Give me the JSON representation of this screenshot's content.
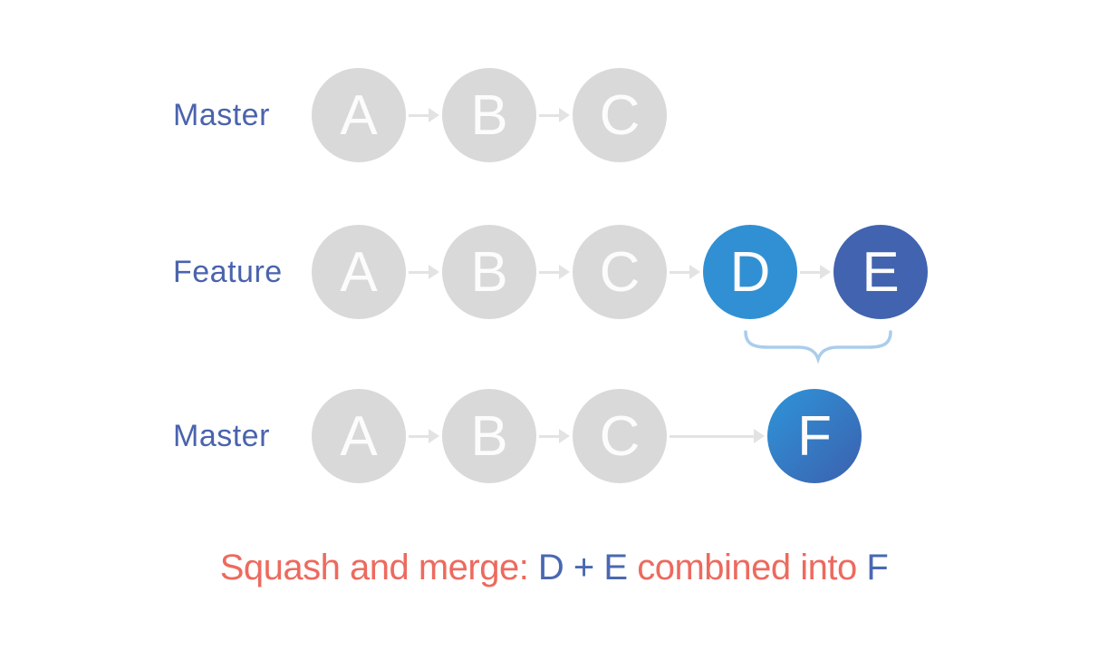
{
  "colors": {
    "background": "#ffffff",
    "label_blue": "#4a63ad",
    "gray_circle": "#d9d9d9",
    "circle_letter": "#fcfcfc",
    "arrow_gray": "#e3e3e3",
    "commit_d_blue": "#3190d3",
    "commit_e_blue": "#4263af",
    "commit_f_gradient_start": "#2e95d9",
    "commit_f_gradient_end": "#3c60ae",
    "brace_blue": "#aacdec",
    "caption_salmon": "#ed6a5e",
    "caption_blue": "#4a68b2"
  },
  "rows": [
    {
      "label": "Master",
      "commits": [
        {
          "id": "A"
        },
        {
          "id": "B"
        },
        {
          "id": "C"
        }
      ]
    },
    {
      "label": "Feature",
      "commits": [
        {
          "id": "A"
        },
        {
          "id": "B"
        },
        {
          "id": "C"
        },
        {
          "id": "D"
        },
        {
          "id": "E"
        }
      ]
    },
    {
      "label": "Master",
      "commits": [
        {
          "id": "A"
        },
        {
          "id": "B"
        },
        {
          "id": "C"
        },
        {
          "id": "F"
        }
      ]
    }
  ],
  "caption": {
    "segments": [
      {
        "text": "Squash and merge: ",
        "color": "salmon"
      },
      {
        "text": "D + E",
        "color": "blue"
      },
      {
        "text": " combined into ",
        "color": "salmon"
      },
      {
        "text": "F",
        "color": "blue"
      }
    ]
  }
}
